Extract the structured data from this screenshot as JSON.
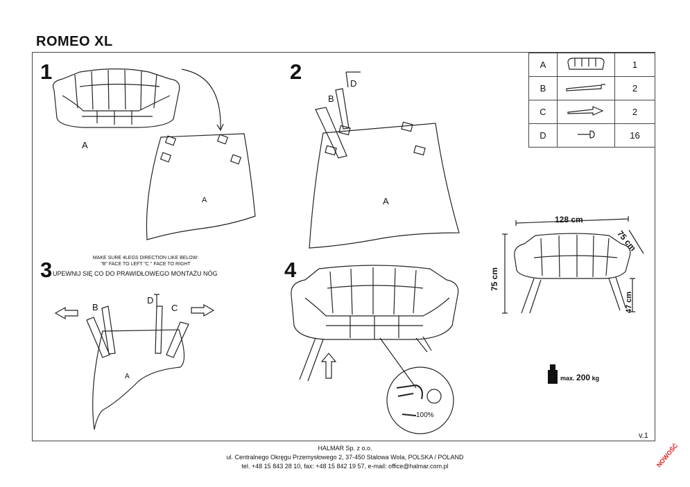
{
  "title": "ROMEO XL",
  "steps": [
    "1",
    "2",
    "3",
    "4"
  ],
  "step1": {
    "label_a1": "A",
    "label_a2": "A"
  },
  "step2": {
    "label_b": "B",
    "label_d": "D",
    "label_a": "A"
  },
  "step3": {
    "note_line1": "MAKE SURE 4LEGS DIRECTION LIKE BELOW:",
    "note_line2": "\"B\" FACE TO LEFT      \"C \" FACE TO RIGHT",
    "note_line3": "UPEWNIJ SIĘ CO DO PRAWIDŁOWEGO MONTAŻU NÓG",
    "label_b": "B",
    "label_d": "D",
    "label_c": "C",
    "label_a": "A"
  },
  "step4": {
    "percent": "100%"
  },
  "parts": [
    {
      "letter": "A",
      "icon": "sofa-icon",
      "qty": "1"
    },
    {
      "letter": "B",
      "icon": "leg-icon",
      "qty": "2"
    },
    {
      "letter": "C",
      "icon": "leg-arrow-icon",
      "qty": "2"
    },
    {
      "letter": "D",
      "icon": "bolt-icon",
      "qty": "16"
    }
  ],
  "dimensions": {
    "width": "128 cm",
    "depth": "75 cm",
    "height": "75 cm",
    "seat": "47 cm"
  },
  "max_load": {
    "prefix": "max.",
    "value": "200",
    "unit": "kg"
  },
  "version": "v.1",
  "footer": {
    "company": "HALMAR Sp. z o.o.",
    "address": "ul. Centralnego Okręgu Przemysłowego 2, 37-450 Stalowa Wola, POLSKA / POLAND",
    "contact": "tel. +48 15 843 28 10, fax: +48 15 842 19 57, e-mail: office@halmar.com.pl"
  },
  "badge": "NOWOŚĆ"
}
